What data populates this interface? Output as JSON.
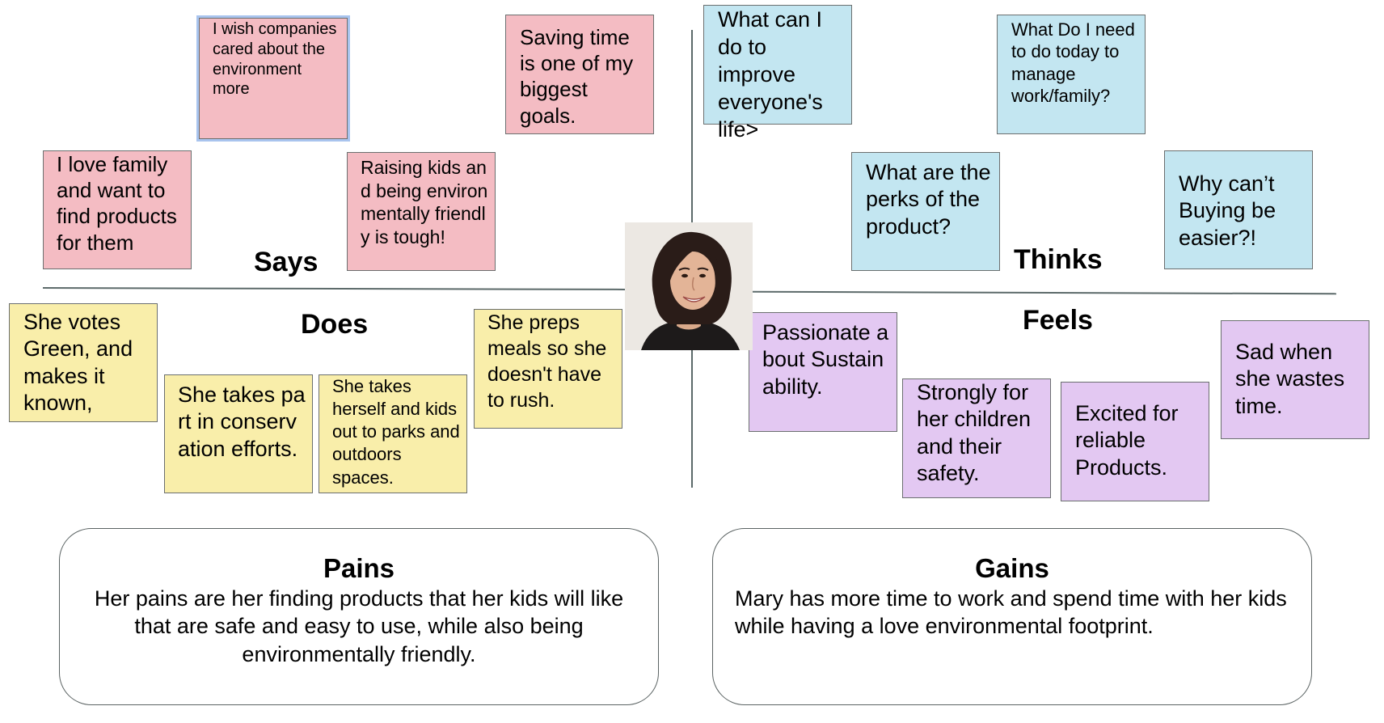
{
  "quadrants": {
    "says": "Says",
    "thinks": "Thinks",
    "does": "Does",
    "feels": "Feels"
  },
  "says_notes": [
    "I wish companies cared about the environment more",
    "Saving time is one of my biggest goals.",
    "I love family and want to find products for them",
    "Raising kids and being environmentally friendly is tough!"
  ],
  "thinks_notes": [
    "What can I do to improve everyone's life>",
    "What Do I need to do today to manage work/family?",
    "What are the perks of the product?",
    "Why can’t Buying be easier?!"
  ],
  "does_notes": [
    "She votes Green, and makes it known,",
    "She takes part in conservation efforts.",
    "She takes herself and kids out to parks and outdoors spaces.",
    "She preps meals so she doesn't have to rush."
  ],
  "feels_notes": [
    "Passionate about Sustainability.",
    "Strongly for her children and their safety.",
    "Excited for reliable Products.",
    "Sad when she wastes time."
  ],
  "pains": {
    "title": "Pains",
    "text": "Her pains are her finding products that her kids will like that are  safe and easy to use, while also being environmentally friendly."
  },
  "gains": {
    "title": "Gains",
    "text": "Mary has more time to work and spend time with her kids while having a love environmental footprint."
  },
  "colors": {
    "says": "#f4bcc3",
    "thinks": "#c3e6f1",
    "does": "#f9eeaa",
    "feels": "#e3c8f2",
    "selection": "#a9c4ee"
  }
}
